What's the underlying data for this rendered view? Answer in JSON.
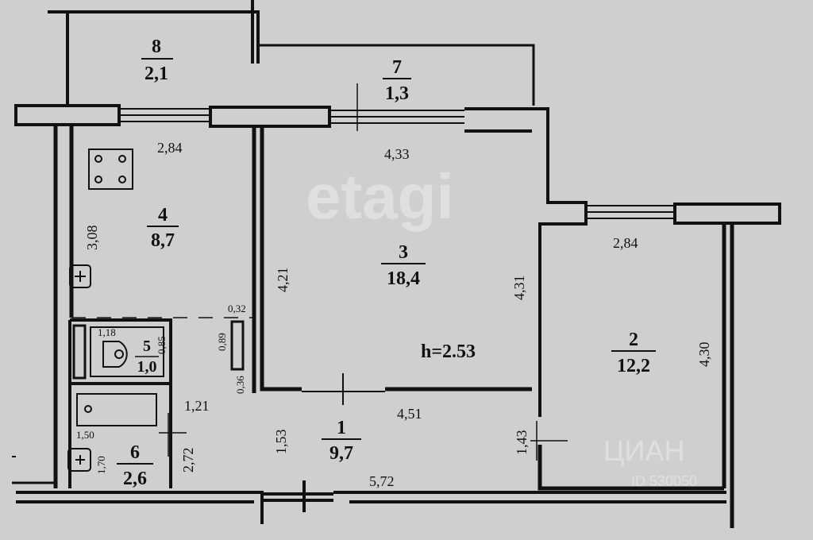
{
  "plan": {
    "ceiling_height": "h=2.53",
    "rooms": [
      {
        "number": "1",
        "area": "9,7"
      },
      {
        "number": "2",
        "area": "12,2"
      },
      {
        "number": "3",
        "area": "18,4"
      },
      {
        "number": "4",
        "area": "8,7"
      },
      {
        "number": "5",
        "area": "1,0"
      },
      {
        "number": "6",
        "area": "2,6"
      },
      {
        "number": "7",
        "area": "1,3"
      },
      {
        "number": "8",
        "area": "2,1"
      }
    ],
    "dimensions": {
      "kitchen_width": "2,84",
      "kitchen_depth": "3,08",
      "room3_width": "4,33",
      "room3_left": "4,21",
      "room3_right": "4,31",
      "room2_width": "2,84",
      "room2_depth": "4,30",
      "hall_width": "4,51",
      "hall_length": "5,72",
      "hall_depth": "1,53",
      "hall_right": "1,43",
      "corridor": "1,21",
      "bath_depth": "2,72",
      "wc_width": "1,18",
      "wc_depth": "0,85",
      "bath_width": "1,50",
      "bath_depth_small": "1,70",
      "niche_width": "0,32",
      "niche_depth": "0,89",
      "niche_gap": "0,36"
    }
  },
  "watermarks": {
    "etagi": "etagi",
    "cian": "ЦИАН",
    "cian_id": "ID 530050"
  }
}
